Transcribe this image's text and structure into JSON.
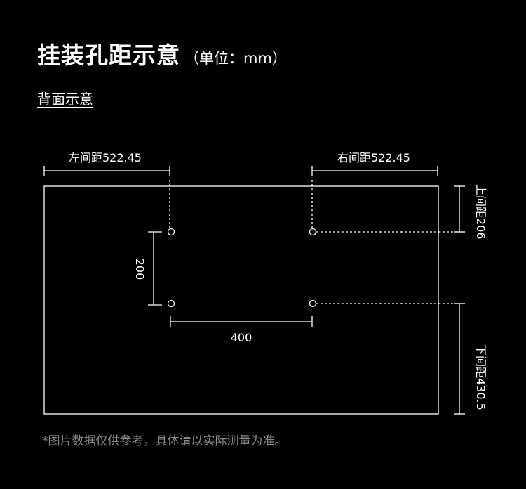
{
  "title": "挂装孔距示意",
  "unit": "（单位：mm）",
  "subtitle": "背面示意",
  "labels": {
    "left_margin": "左间距522.45",
    "right_margin": "右间距522.45",
    "top_margin": "上间距206",
    "bottom_margin": "下间距430.5",
    "hole_vertical": "200",
    "hole_horizontal": "400"
  },
  "footnote": "*图片数据仅供参考，具体请以实际测量为准。",
  "colors": {
    "background": "#000000",
    "line": "#ffffff",
    "note": "#8a8a8a"
  }
}
